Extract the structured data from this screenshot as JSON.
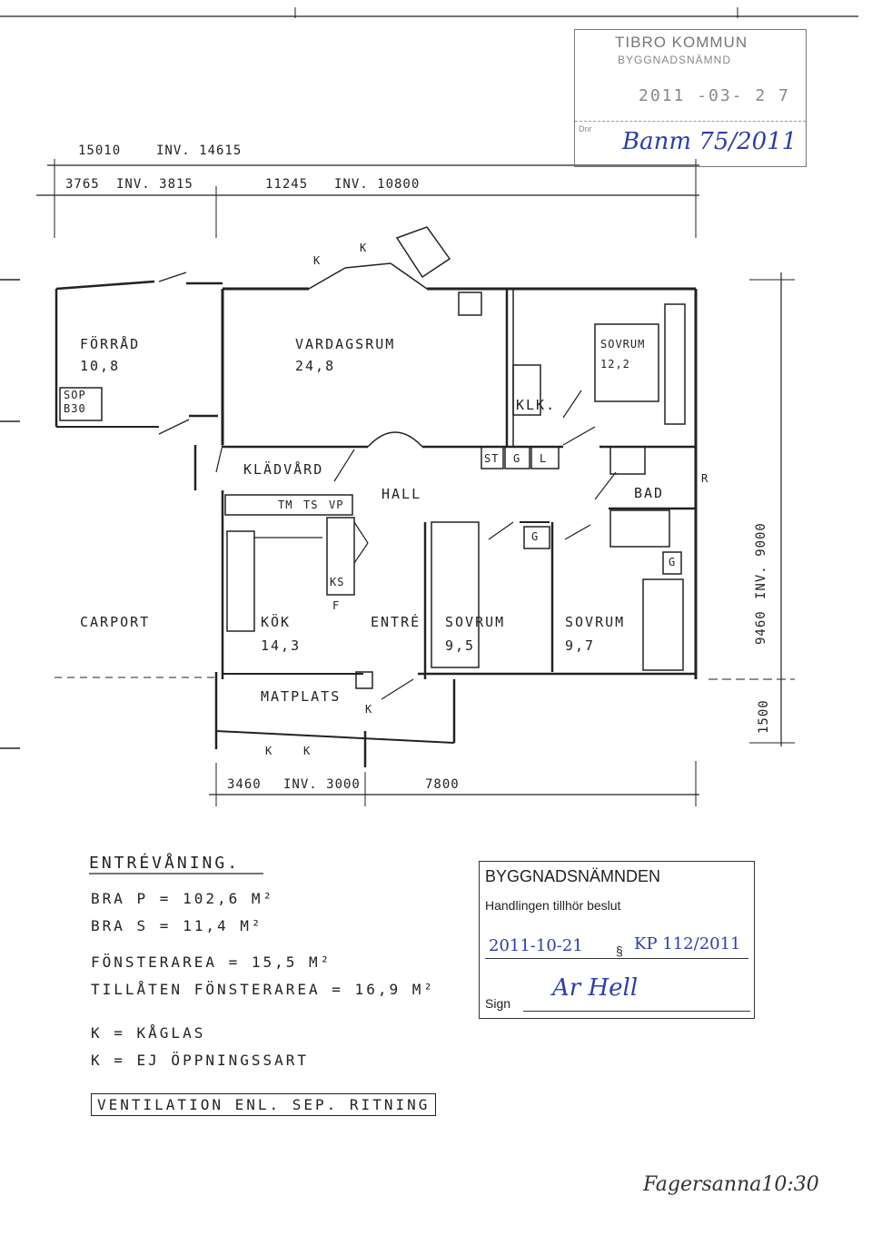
{
  "stamp_tibro": {
    "line1": "TIBRO KOMMUN",
    "line2": "BYGGNADSNÄMND",
    "date": "2011 -03- 2 7",
    "dnr_label": "Dnr",
    "dnr_value": "Banm 75/2011"
  },
  "dimensions": {
    "top_overall": "15010",
    "top_overall_inv": "INV. 14615",
    "top_left": "3765",
    "top_left_inv": "INV. 3815",
    "top_right": "11245",
    "top_right_inv": "INV. 10800",
    "bottom_left": "3460",
    "bottom_left_inv": "INV. 3000",
    "bottom_right": "7800",
    "right_main": "9460",
    "right_main_inv": "INV. 9000",
    "right_small": "1500"
  },
  "rooms": {
    "forrad": "FÖRRÅD",
    "forrad_area": "10,8",
    "sop": "SOP",
    "sop_size": "B30",
    "vardagsrum": "VARDAGSRUM",
    "vardagsrum_area": "24,8",
    "sovrum1": "SOVRUM",
    "sovrum1_area": "12,2",
    "klk": "KLK.",
    "st": "ST",
    "g1": "G",
    "l": "L",
    "kladvard": "KLÄDVÅRD",
    "hall": "HALL",
    "bad": "BAD",
    "tm": "TM",
    "ts": "TS",
    "vp": "VP",
    "ks": "KS",
    "f": "F",
    "g2": "G",
    "g3": "G",
    "carport": "CARPORT",
    "kok": "KÖK",
    "kok_area": "14,3",
    "entre": "ENTRÉ",
    "sovrum2": "SOVRUM",
    "sovrum2_area": "9,5",
    "sovrum3": "SOVRUM",
    "sovrum3_area": "9,7",
    "matplats": "MATPLATS",
    "k": "K",
    "r": "R"
  },
  "notes": {
    "heading": "ENTRÉVÅNING.",
    "bra_p": "BRA P = 102,6 M²",
    "bra_s": "BRA S = 11,4 M²",
    "fonsterarea": "FÖNSTERAREA = 15,5 M²",
    "tillaten": "TILLÅTEN FÖNSTERAREA = 16,9 M²",
    "k_kaglas": "K = KÅGLAS",
    "k_ej": "K = EJ ÖPPNINGSSART",
    "ventilation": "VENTILATION ENL. SEP. RITNING"
  },
  "stamp_bygg": {
    "title": "BYGGNADSNÄMNDEN",
    "subtitle": "Handlingen tillhör beslut",
    "date": "2011-10-21",
    "para_sign": "§",
    "decision": "KP 112/2011",
    "sign_label": "Sign",
    "signature": "Ar Hell"
  },
  "footer": {
    "handwritten": "Fagersanna10:30"
  }
}
